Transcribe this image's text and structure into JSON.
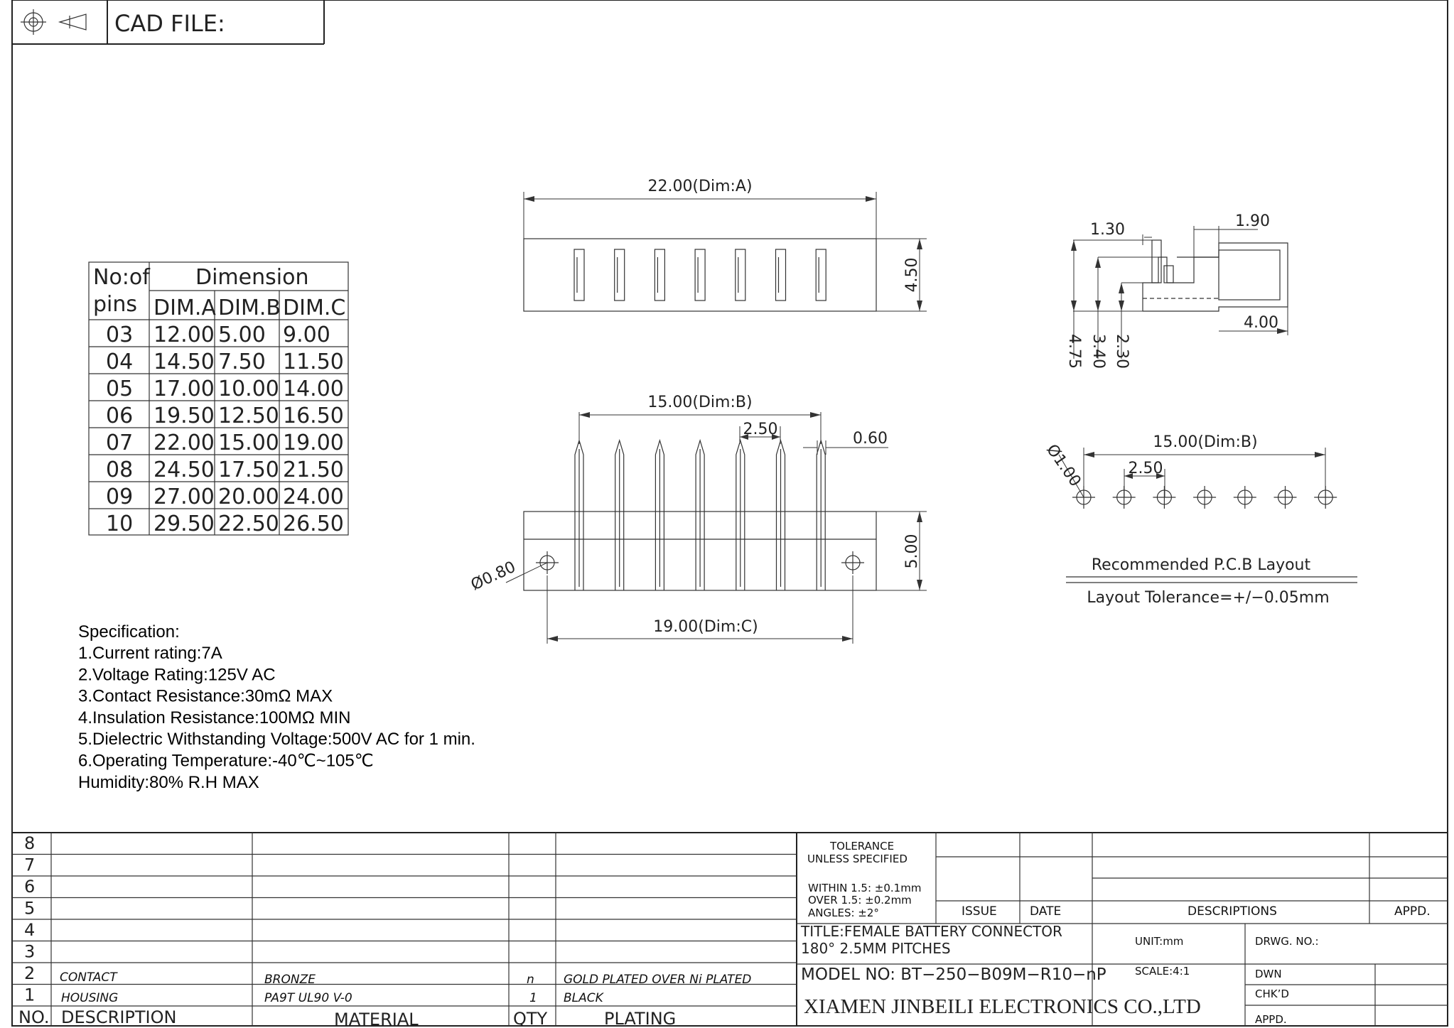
{
  "header": {
    "cad_label": "CAD FILE:"
  },
  "icons": {
    "projection": [
      "crosshair-circle-icon",
      "cone-view-icon"
    ]
  },
  "dim_table": {
    "col_pins_1": "No:of",
    "col_pins_2": "pins",
    "col_dim_group": "Dimension",
    "col_a": "DIM.A",
    "col_b": "DIM.B",
    "col_c": "DIM.C",
    "rows": [
      [
        "03",
        "12.00",
        "5.00",
        "9.00"
      ],
      [
        "04",
        "14.50",
        "7.50",
        "11.50"
      ],
      [
        "05",
        "17.00",
        "10.00",
        "14.00"
      ],
      [
        "06",
        "19.50",
        "12.50",
        "16.50"
      ],
      [
        "07",
        "22.00",
        "15.00",
        "19.00"
      ],
      [
        "08",
        "24.50",
        "17.50",
        "21.50"
      ],
      [
        "09",
        "27.00",
        "20.00",
        "24.00"
      ],
      [
        "10",
        "29.50",
        "22.50",
        "26.50"
      ]
    ]
  },
  "drawing": {
    "top_dim_a": "22.00(Dim:A)",
    "top_height": "4.50",
    "front_dim_b": "15.00(Dim:B)",
    "front_pitch": "2.50",
    "front_pin_w": "0.60",
    "front_hole": "Ø0.80",
    "front_height": "5.00",
    "front_dim_c": "19.00(Dim:C)",
    "side_d1": "1.30",
    "side_d2": "1.90",
    "side_d3": "4.00",
    "side_h1": "4.75",
    "side_h2": "3.40",
    "side_h3": "2.30",
    "pcb_dim_b": "15.00(Dim:B)",
    "pcb_pitch": "2.50",
    "pcb_hole": "Ø1.00",
    "pcb_title": "Recommended P.C.B Layout",
    "pcb_tolerance": "Layout Tolerance=+/−0.05mm"
  },
  "spec": {
    "heading": "Specification:",
    "lines": [
      "1.Current rating:7A",
      "2.Voltage Rating:125V AC",
      "3.Contact Resistance:30mΩ MAX",
      "4.Insulation Resistance:100MΩ MIN",
      "5.Dielectric Withstanding Voltage:500V AC for 1 min.",
      "6.Operating Temperature:-40℃~105℃",
      "Humidity:80% R.H MAX"
    ]
  },
  "bom": {
    "row_numbers": [
      "8",
      "7",
      "6",
      "5",
      "4",
      "3",
      "2",
      "1"
    ],
    "items": [
      {
        "no": "2",
        "description": "CONTACT",
        "material": "BRONZE",
        "qty": "n",
        "plating": "GOLD PLATED OVER Ni PLATED"
      },
      {
        "no": "1",
        "description": "HOUSING",
        "material": "PA9T UL90 V-0",
        "qty": "1",
        "plating": "BLACK"
      }
    ],
    "headers": {
      "no": "NO.",
      "description": "DESCRIPTION",
      "material": "MATERIAL",
      "qty": "QTY",
      "plating": "PLATING"
    }
  },
  "title_block": {
    "tolerance_1": "TOLERANCE",
    "tolerance_2": "UNLESS SPECIFIED",
    "within": "WITHIN 1.5: ±0.1mm",
    "over": "OVER 1.5:  ±0.2mm",
    "angles": "ANGLES: ±2°",
    "issue": "ISSUE",
    "date": "DATE",
    "descriptions": "DESCRIPTIONS",
    "appd": "APPD.",
    "title_1": "TITLE:FEMALE  BATTERY  CONNECTOR",
    "title_2": "180°  2.5MM  PITCHES",
    "model": "MODEL  NO: BT−250−B09M−R10−nP",
    "unit": "UNIT:mm",
    "scale": "SCALE:4:1",
    "drwg_no": "DRWG. NO.:",
    "dwn": "DWN",
    "chkd": "CHK’D",
    "appd_2": "APPD.",
    "company": "XIAMEN JINBEILI ELECTRONICS CO.,LTD"
  }
}
